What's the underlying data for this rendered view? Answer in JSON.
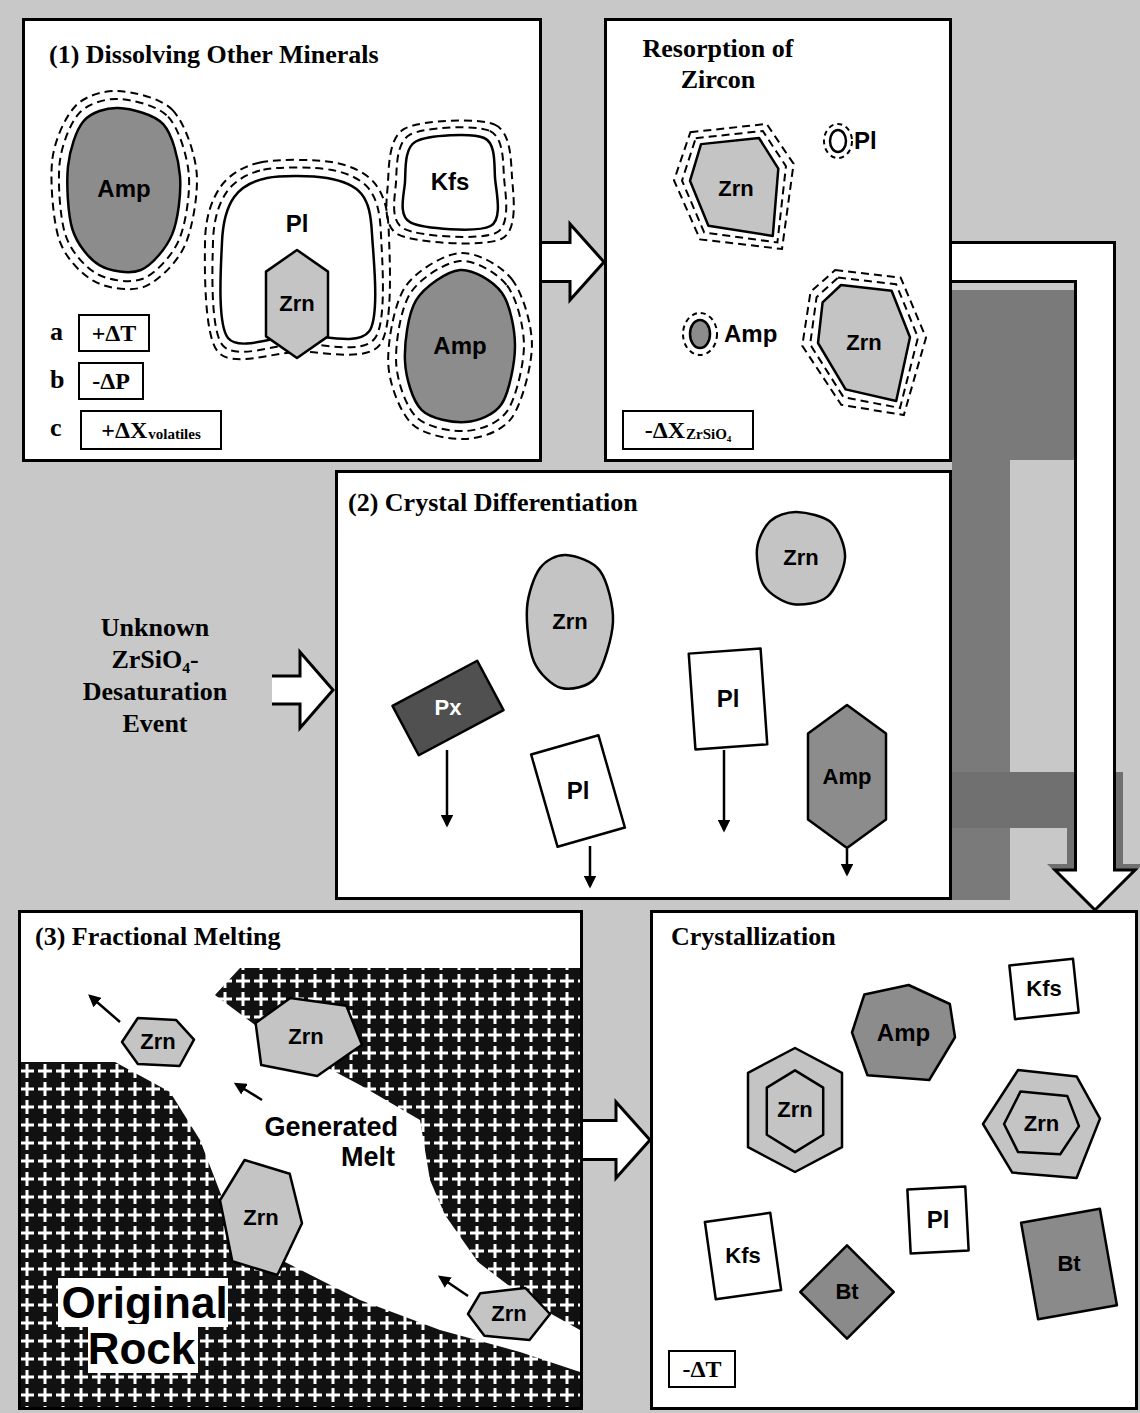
{
  "diagram": {
    "nodes": [
      {
        "text": [
          "(1) Dissolving Other Minerals"
        ]
      },
      {
        "text": [
          "Amp"
        ],
        "in": 0
      },
      {
        "text": [
          "Pl"
        ],
        "in": 0
      },
      {
        "text": [
          "Zrn"
        ],
        "in": 2
      },
      {
        "text": [
          "Kfs"
        ],
        "in": 0
      },
      {
        "text": [
          "Amp"
        ],
        "in": 0
      },
      {
        "text": [
          "+ΔT"
        ],
        "in": 0
      },
      {
        "text": [
          "-ΔP"
        ],
        "in": 0
      },
      {
        "text": [
          "+ΔX",
          "volatiles"
        ],
        "in": 0
      },
      {
        "text": [
          "Resorption of Zircon"
        ]
      },
      {
        "text": [
          "Zrn"
        ],
        "in": 9
      },
      {
        "text": [
          "Pl"
        ],
        "in": 9
      },
      {
        "text": [
          "Amp"
        ],
        "in": 9
      },
      {
        "text": [
          "Zrn"
        ],
        "in": 9
      },
      {
        "text": [
          "-ΔX",
          "ZrSiO₄"
        ],
        "in": 9
      },
      {
        "text": [
          "(2) Crystal Differentiation"
        ]
      },
      {
        "text": [
          "Zrn"
        ],
        "in": 15
      },
      {
        "text": [
          "Zrn"
        ],
        "in": 15
      },
      {
        "text": [
          "Px"
        ],
        "in": 15
      },
      {
        "text": [
          "Pl"
        ],
        "in": 15
      },
      {
        "text": [
          "Pl"
        ],
        "in": 15
      },
      {
        "text": [
          "Amp"
        ],
        "in": 15
      },
      {
        "text": [
          "(3) Fractional Melting"
        ]
      },
      {
        "text": [
          "Zrn"
        ],
        "in": 22
      },
      {
        "text": [
          "Zrn"
        ],
        "in": 22
      },
      {
        "text": [
          "Zrn"
        ],
        "in": 22
      },
      {
        "text": [
          "Zrn"
        ],
        "in": 22
      },
      {
        "text": [
          "Crystallization"
        ]
      },
      {
        "text": [
          "Kfs"
        ],
        "in": 27
      },
      {
        "text": [
          "Amp"
        ],
        "in": 27
      },
      {
        "text": [
          "Zrn"
        ],
        "in": 27
      },
      {
        "text": [
          "Zrn"
        ],
        "in": 27
      },
      {
        "text": [
          "Pl"
        ],
        "in": 27
      },
      {
        "text": [
          "Kfs"
        ],
        "in": 27
      },
      {
        "text": [
          "Bt"
        ],
        "in": 27
      },
      {
        "text": [
          "Bt"
        ],
        "in": 27
      },
      {
        "text": [
          "-ΔT"
        ],
        "in": 27
      }
    ],
    "edges": [
      {
        "from": 0,
        "to": 9,
        "arrow": "to"
      },
      {
        "from": 9,
        "to": 27,
        "arrow": "to"
      },
      {
        "from": 15,
        "to": 27,
        "arrow": "to"
      },
      {
        "from": 22,
        "to": 27,
        "arrow": "to"
      }
    ],
    "labels": [
      "a",
      "b",
      "c",
      "Unknown ZrSiO₄-Desaturation Event",
      "Generated Melt",
      "Original Rock"
    ]
  }
}
